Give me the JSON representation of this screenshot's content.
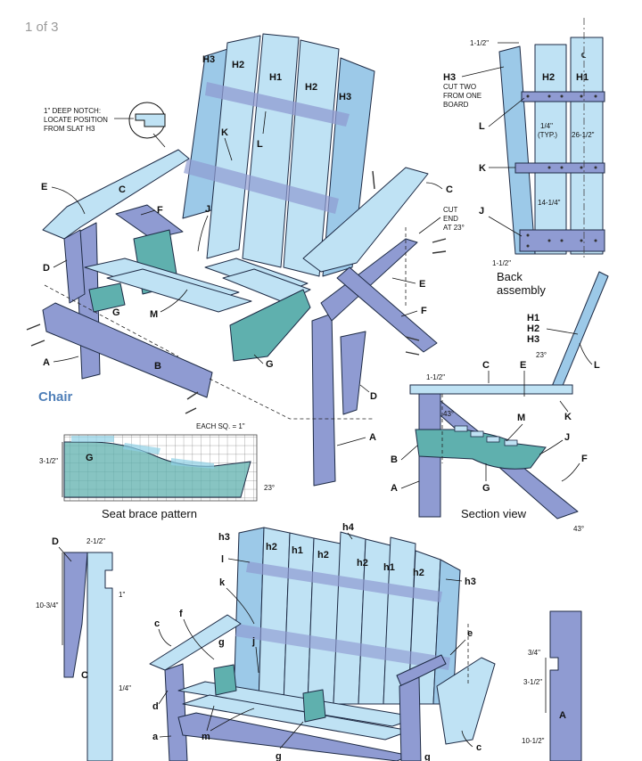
{
  "page_indicator": "1 of 3",
  "chair": {
    "title": "Chair",
    "slats": [
      "H3",
      "H2",
      "H1",
      "H2",
      "H3"
    ],
    "notch_note": [
      "1\" DEEP NOTCH:",
      "LOCATE POSITION",
      "FROM SLAT H3"
    ],
    "cut_end_note": [
      "CUT",
      "END",
      "AT 23°"
    ],
    "labels": {
      "E": "E",
      "C": "C",
      "F": "F",
      "D": "D",
      "K": "K",
      "L": "L",
      "J": "J",
      "G": "G",
      "M": "M",
      "A": "A",
      "B": "B",
      "C2": "C",
      "E2": "E",
      "F2": "F",
      "G2": "G",
      "D2": "D",
      "A2": "A"
    }
  },
  "back_assembly": {
    "caption": [
      "Back",
      "assembly"
    ],
    "h3_note": [
      "H3",
      "CUT TWO",
      "FROM ONE",
      "BOARD"
    ],
    "slats": [
      "H2",
      "H1"
    ],
    "centerline": "℄",
    "labels": [
      "L",
      "K",
      "J"
    ],
    "dims": {
      "top_width": "1-1/2\"",
      "gap": "1/4\"",
      "typ": "(TYP.)",
      "height": "26-1/2\"",
      "mid": "14-1/4\"",
      "bottom_width": "1-1/2\""
    }
  },
  "seat_brace": {
    "caption": "Seat brace pattern",
    "scale_note": "EACH SQ. = 1\"",
    "part": "G",
    "height_dim": "3-1/2\"",
    "angle": "23°"
  },
  "section_view": {
    "caption": "Section view",
    "labels": {
      "H": [
        "H1",
        "H2",
        "H3"
      ],
      "L": "L",
      "C": "C",
      "E": "E",
      "K": "K",
      "M": "M",
      "J": "J",
      "F": "F",
      "B": "B",
      "A": "A",
      "G": "G"
    },
    "dims": {
      "top": "1-1/2\"",
      "angle_back": "23°",
      "angle_left": "43°",
      "angle_bottom": "43°"
    }
  },
  "arm_detail": {
    "labels": {
      "D": "D",
      "C": "C"
    },
    "dims": {
      "width": "2-1/2\"",
      "height": "10-3/4\"",
      "notch": "1\"",
      "offset": "1/4\""
    }
  },
  "loveseat": {
    "slats": [
      "h3",
      "h2",
      "h1",
      "h2",
      "h4",
      "h2",
      "h1",
      "h2",
      "h3"
    ],
    "labels": {
      "l": "l",
      "k": "k",
      "c": "c",
      "f": "f",
      "g": "g",
      "j": "j",
      "d": "d",
      "a": "a",
      "m": "m",
      "g2": "g",
      "e": "e",
      "c2": "c",
      "g3": "g"
    }
  },
  "leg_detail": {
    "label": "A",
    "dims": {
      "notch": "3/4\"",
      "notch_h": "3-1/2\"",
      "height": "10-1/2\""
    }
  },
  "colors": {
    "light_blue": "#bfe2f4",
    "mid_blue": "#9cc9e8",
    "slate": "#8f9bd2",
    "teal": "#5fb0ae",
    "dark_teal": "#3e8e8c",
    "outline": "#1d2a44",
    "chair_title": "#4f7fb8"
  }
}
